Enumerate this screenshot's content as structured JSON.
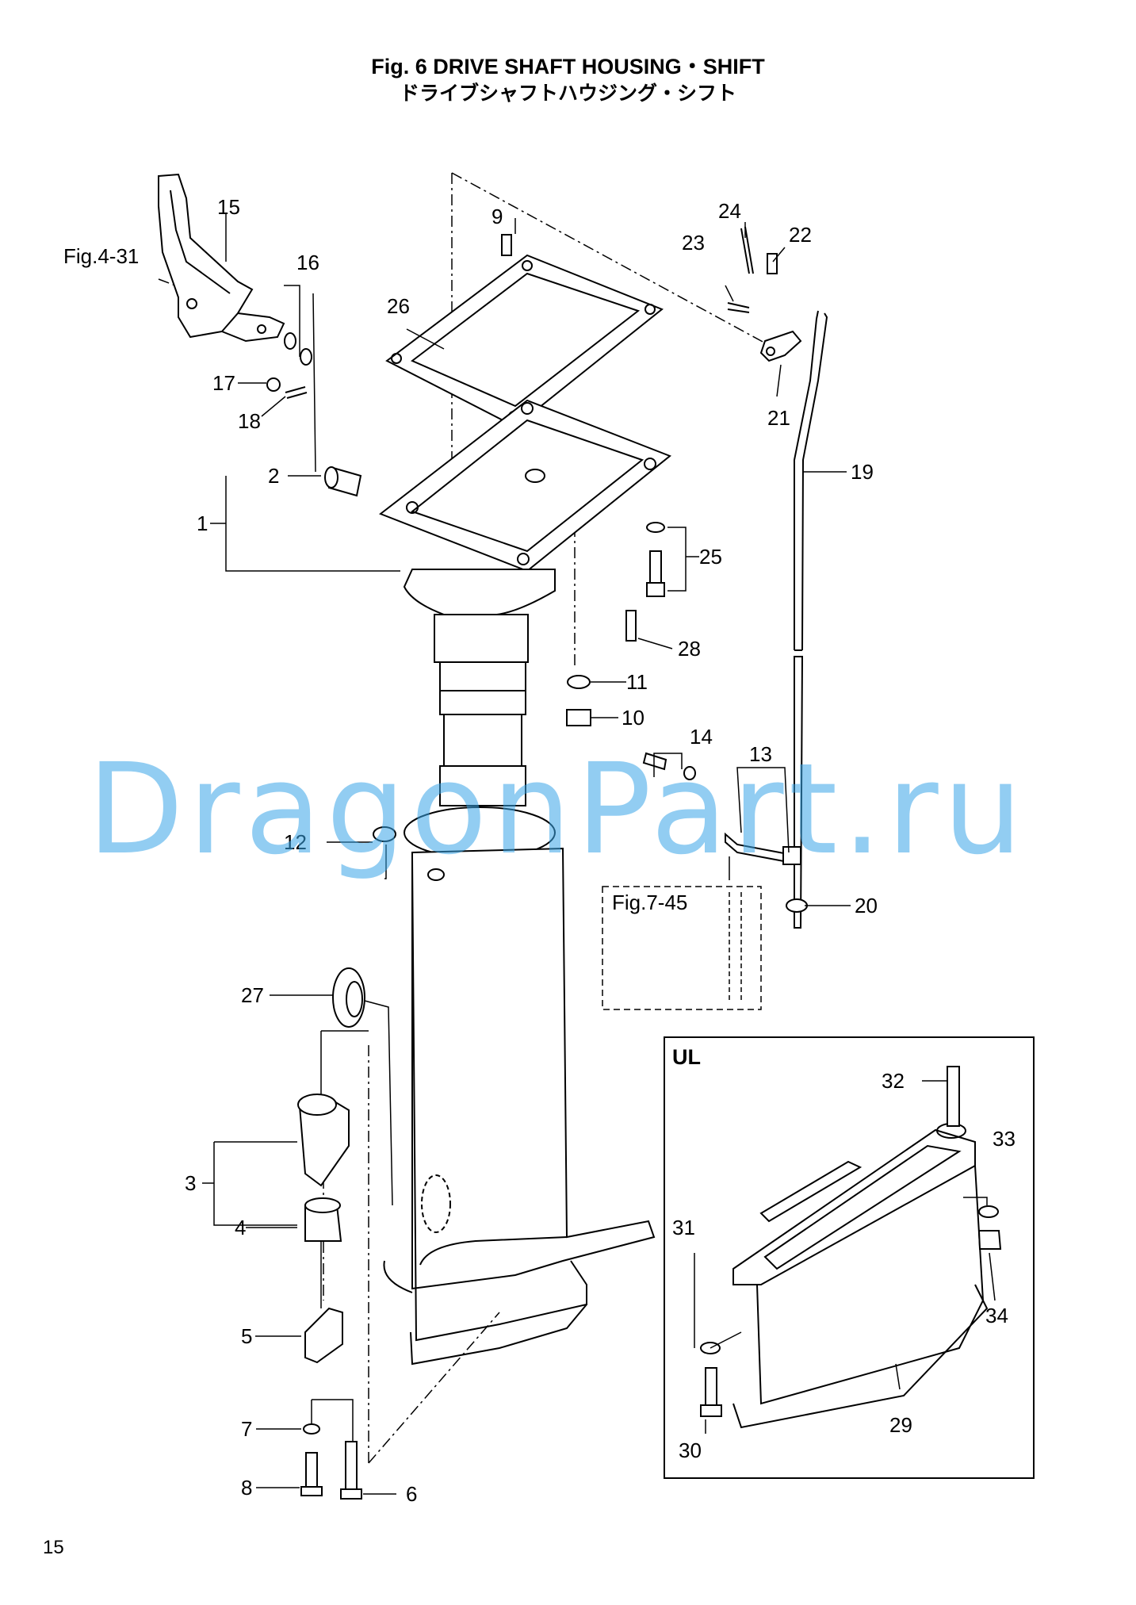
{
  "title_en": "Fig. 6   DRIVE SHAFT HOUSING・SHIFT",
  "title_jp": "ドライブシャフトハウジング・シフト",
  "page_number": "15",
  "watermark": "DragonPart.ru",
  "callouts": {
    "c1": "1",
    "c2": "2",
    "c3": "3",
    "c4": "4",
    "c5": "5",
    "c6": "6",
    "c7": "7",
    "c8": "8",
    "c9": "9",
    "c10": "10",
    "c11": "11",
    "c12": "12",
    "c13": "13",
    "c14": "14",
    "c15": "15",
    "c16": "16",
    "c17": "17",
    "c18": "18",
    "c19": "19",
    "c20": "20",
    "c21": "21",
    "c22": "22",
    "c23": "23",
    "c24": "24",
    "c25": "25",
    "c26": "26",
    "c27": "27",
    "c28": "28",
    "c29": "29",
    "c30": "30",
    "c31": "31",
    "c32": "32",
    "c33": "33",
    "c34": "34"
  },
  "refs": {
    "fig4": "Fig.4-31",
    "fig7": "Fig.7-45"
  },
  "inset_label": "UL",
  "colors": {
    "line": "#000000",
    "watermark": "#3aa6e8"
  }
}
